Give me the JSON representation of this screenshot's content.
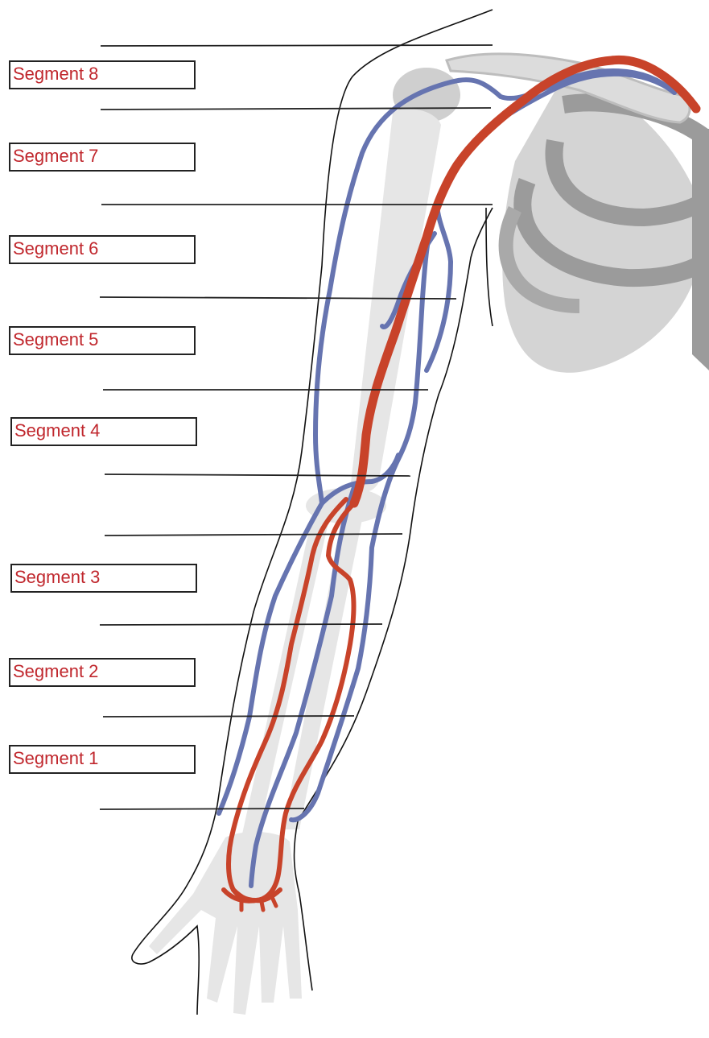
{
  "diagram": {
    "segments": [
      {
        "label": "Segment 8"
      },
      {
        "label": "Segment 7"
      },
      {
        "label": "Segment 6"
      },
      {
        "label": "Segment 5"
      },
      {
        "label": "Segment 4"
      },
      {
        "label": "Segment 3"
      },
      {
        "label": "Segment 2"
      },
      {
        "label": "Segment 1"
      }
    ],
    "colors": {
      "artery": "#c8432a",
      "vein": "#6674b0",
      "bone": "#d9d9d9",
      "bone_dark": "#a6a6a6",
      "label_text": "#c0272d",
      "outline": "#111111"
    }
  }
}
